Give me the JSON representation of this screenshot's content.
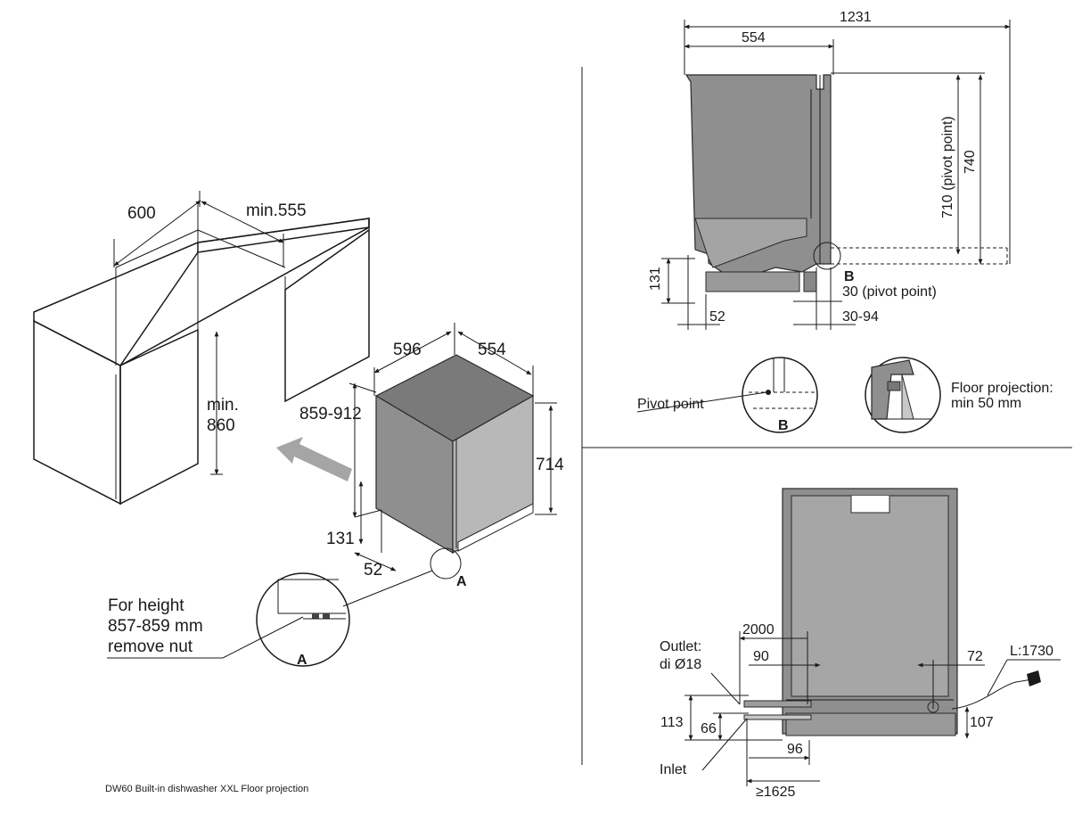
{
  "caption": "DW60 Built-in dishwasher XXL Floor projection",
  "iso": {
    "cab_width": "600",
    "cab_depth": "min.555",
    "min_label_1": "min.",
    "min_label_2": "860",
    "height_range": "859-912",
    "unit_width": "596",
    "unit_depth": "554",
    "unit_height": "714",
    "plinth_h": "131",
    "plinth_d": "52",
    "marker": "A",
    "note_1": "For height",
    "note_2": "857-859 mm",
    "note_3": "remove nut",
    "detail_marker": "A"
  },
  "side": {
    "total_len": "1231",
    "depth": "554",
    "pivot_h": "710 (pivot point)",
    "height": "740",
    "plinth_h": "131",
    "plinth_d": "52",
    "pivot_d": "30 (pivot point)",
    "range": "30-94",
    "marker": "B",
    "pivot_label": "Pivot point",
    "detail_marker": "B",
    "floor_1": "Floor projection:",
    "floor_2": "min 50 mm"
  },
  "front": {
    "outlet_1": "Outlet:",
    "outlet_2": "di Ø18",
    "d2000": "2000",
    "d90": "90",
    "d72": "72",
    "cable": "L:1730",
    "d113": "113",
    "d66": "66",
    "d96": "96",
    "d107": "107",
    "inlet": "Inlet",
    "d1625": "≥1625"
  }
}
